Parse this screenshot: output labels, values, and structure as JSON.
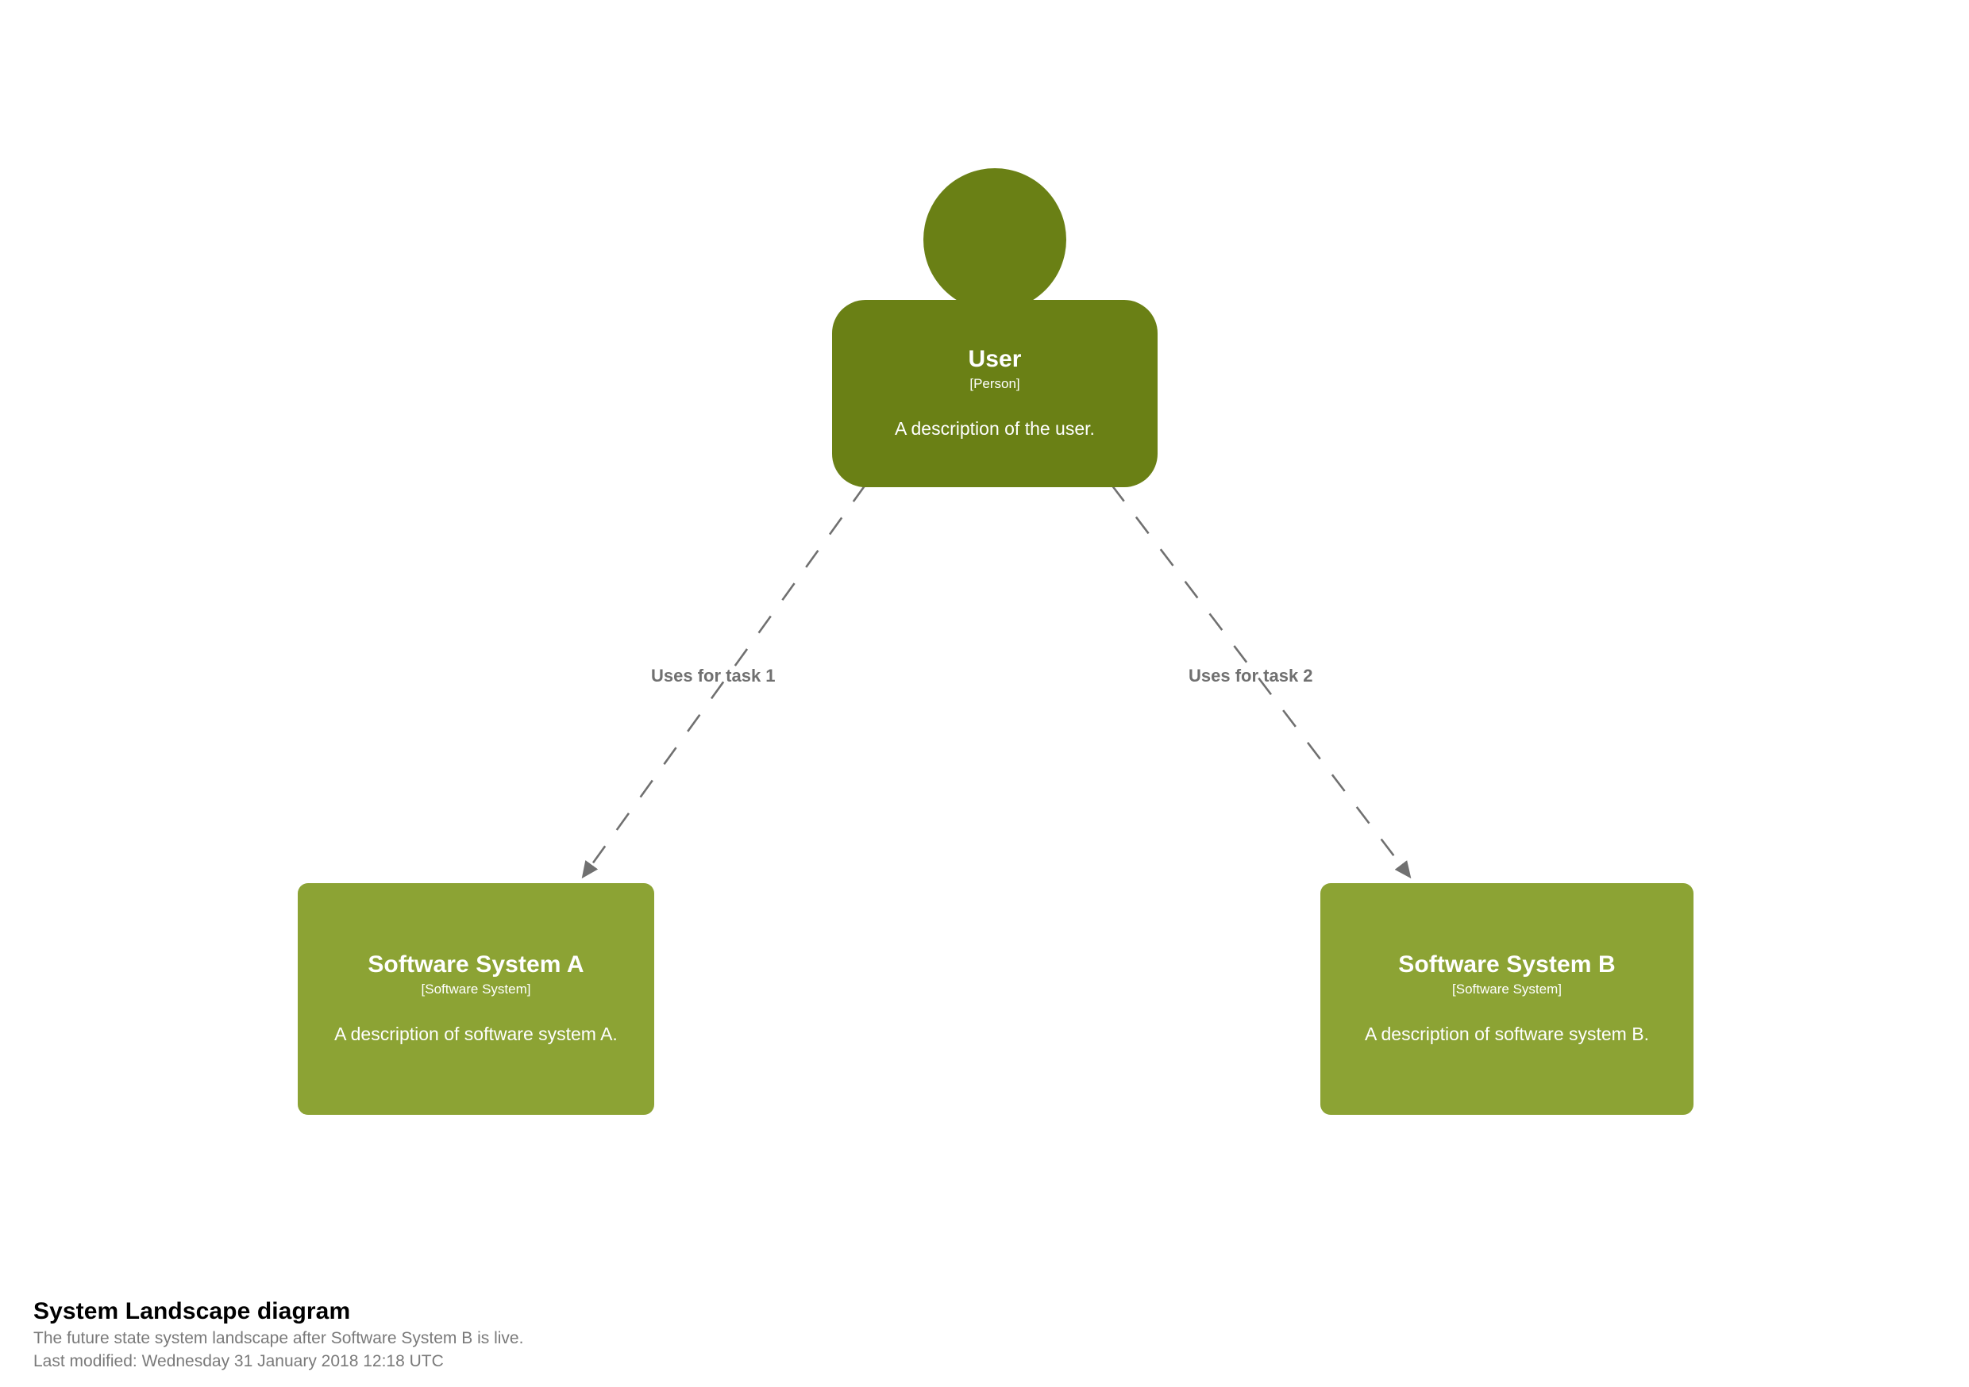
{
  "diagram": {
    "background_color": "#ffffff",
    "person_color": "#6a8015",
    "software_system_color": "#8ca334",
    "relationship_color": "#707070",
    "text_color": "#ffffff"
  },
  "person": {
    "name": "User",
    "type": "[Person]",
    "description": "A description of the user."
  },
  "systems": [
    {
      "name": "Software System A",
      "type": "[Software System]",
      "description": "A description of software system A."
    },
    {
      "name": "Software System B",
      "type": "[Software System]",
      "description": "A description of software system B."
    }
  ],
  "relationships": [
    {
      "label": "Uses for task 1"
    },
    {
      "label": "Uses for task 2"
    }
  ],
  "footer": {
    "title": "System Landscape diagram",
    "subtitle": "The future state system landscape after Software System B is live.",
    "last_modified": "Last modified: Wednesday 31 January 2018 12:18 UTC"
  }
}
